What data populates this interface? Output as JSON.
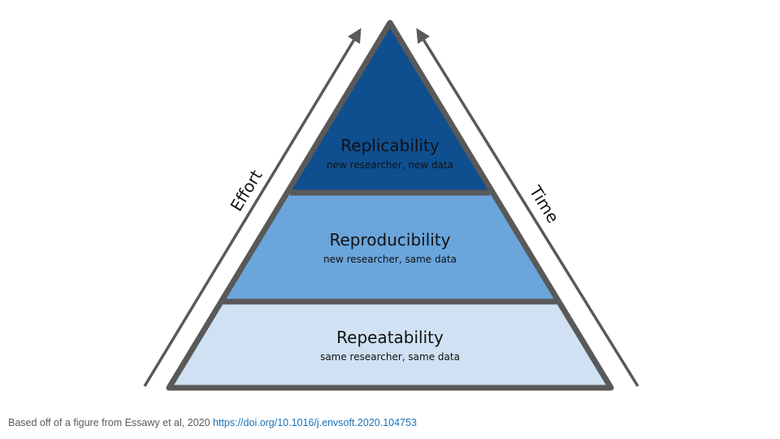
{
  "diagram": {
    "tiers": [
      {
        "title": "Replicability",
        "subtitle": "new researcher, new data",
        "color": "#0f4f8f"
      },
      {
        "title": "Reproducibility",
        "subtitle": "new researcher, same data",
        "color": "#6aa5dc"
      },
      {
        "title": "Repeatability",
        "subtitle": "same researcher, same data",
        "color": "#cfe1f3"
      }
    ],
    "left_arrow_label": "Effort",
    "right_arrow_label": "Time",
    "outline_color": "#595959"
  },
  "caption": {
    "text": "Based off of a figure from Essawy et al, 2020",
    "link": "https://doi.org/10.1016/j.envsoft.2020.104753"
  }
}
